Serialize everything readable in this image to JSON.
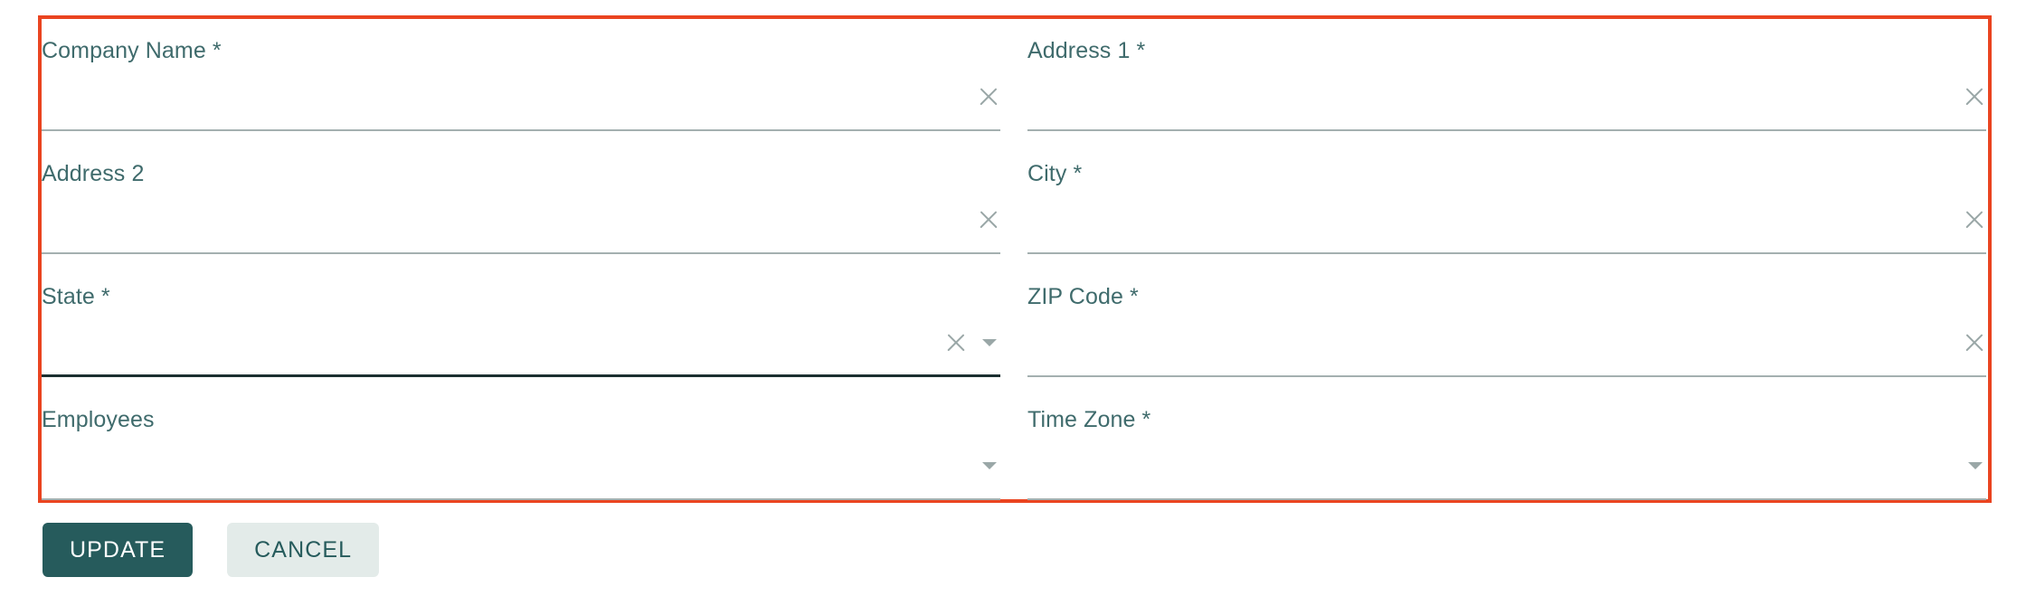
{
  "form": {
    "highlight_color": "#ea4420",
    "label_color": "#3f6b6c",
    "underline_color": "#a4b0b0",
    "underline_focused_color": "#1b2f30",
    "rows": [
      {
        "left": {
          "label": "Company Name *",
          "value": "",
          "placeholder": "",
          "clear_icon": "close-icon",
          "has_clear": true,
          "has_caret": false,
          "focused": false
        },
        "right": {
          "label": "Address 1 *",
          "value": "",
          "placeholder": "",
          "clear_icon": "close-icon",
          "has_clear": true,
          "has_caret": false,
          "focused": false
        }
      },
      {
        "left": {
          "label": "Address 2",
          "value": "",
          "placeholder": "",
          "clear_icon": "close-icon",
          "has_clear": true,
          "has_caret": false,
          "focused": false
        },
        "right": {
          "label": "City *",
          "value": "",
          "placeholder": "",
          "clear_icon": "close-icon",
          "has_clear": true,
          "has_caret": false,
          "focused": false
        }
      },
      {
        "left": {
          "label": "State *",
          "value": "",
          "placeholder": "",
          "clear_icon": "close-icon",
          "has_clear": true,
          "has_caret": true,
          "focused": true
        },
        "right": {
          "label": "ZIP Code *",
          "value": "",
          "placeholder": "",
          "clear_icon": "close-icon",
          "has_clear": true,
          "has_caret": false,
          "focused": false
        }
      },
      {
        "left": {
          "label": "Employees",
          "value": "",
          "placeholder": "",
          "clear_icon": "close-icon",
          "has_clear": false,
          "has_caret": true,
          "focused": false
        },
        "right": {
          "label": "Time Zone *",
          "value": "",
          "placeholder": "",
          "clear_icon": "close-icon",
          "has_clear": false,
          "has_caret": true,
          "focused": false
        }
      }
    ]
  },
  "actions": {
    "update_label": "UPDATE",
    "cancel_label": "CANCEL",
    "primary_color": "#265b5c",
    "secondary_color": "#e3ebe9",
    "secondary_text_color": "#265b5c"
  }
}
